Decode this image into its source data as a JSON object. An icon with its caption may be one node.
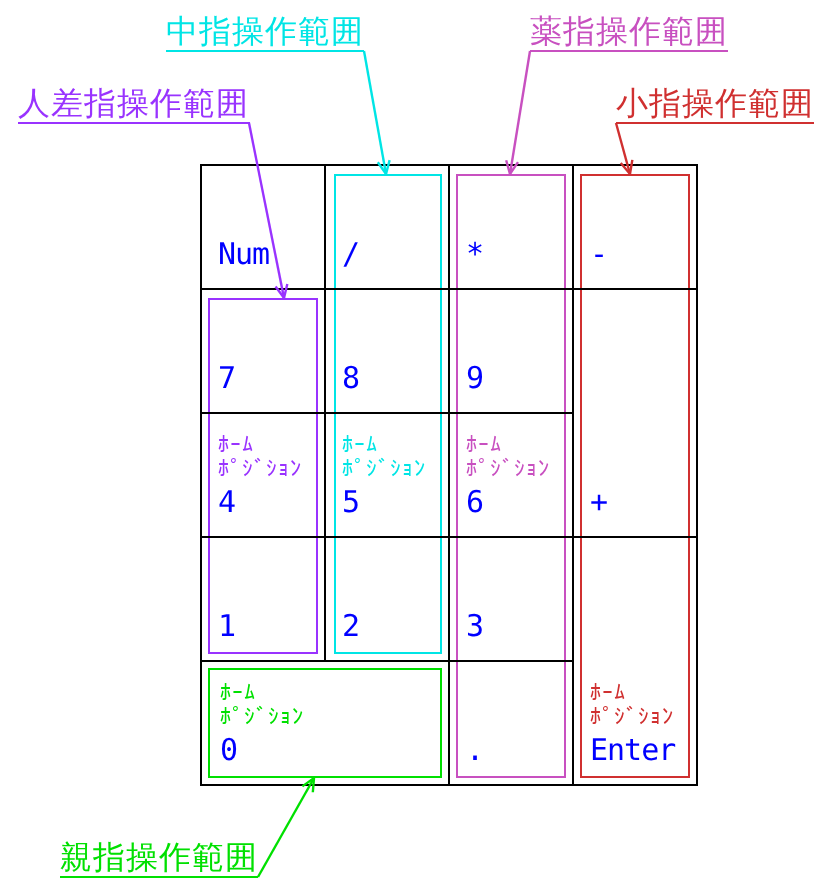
{
  "diagram": {
    "nodes": [
      {
        "text": [
          "中指操作範囲"
        ]
      },
      {
        "text": [
          "薬指操作範囲"
        ]
      },
      {
        "text": [
          "人差指操作範囲"
        ]
      },
      {
        "text": [
          "小指操作範囲"
        ]
      },
      {
        "text": [],
        "shape": "box"
      },
      {
        "text": [],
        "shape": "box"
      },
      {
        "text": [],
        "shape": "box"
      },
      {
        "text": [],
        "shape": "box"
      },
      {
        "text": [
          "Num"
        ]
      },
      {
        "text": [
          "/"
        ]
      },
      {
        "text": [
          "*"
        ]
      },
      {
        "text": [
          "-"
        ]
      },
      {
        "text": [
          "7"
        ]
      },
      {
        "text": [
          "8"
        ]
      },
      {
        "text": [
          "9"
        ]
      },
      {
        "text": [
          "+"
        ]
      },
      {
        "text": [
          "ﾎｰﾑﾎﾟｼﾞｼｮﾝ",
          "4"
        ]
      },
      {
        "text": [
          "ﾎｰﾑﾎﾟｼﾞｼｮﾝ",
          "5"
        ]
      },
      {
        "text": [
          "ﾎｰﾑﾎﾟｼﾞｼｮﾝ",
          "6"
        ]
      },
      {
        "text": [
          "1"
        ]
      },
      {
        "text": [
          "2"
        ]
      },
      {
        "text": [
          "3"
        ]
      },
      {
        "text": [
          "ﾎｰﾑﾎﾟｼﾞｼｮﾝ",
          "Enter"
        ]
      },
      {
        "text": [],
        "shape": "box"
      },
      {
        "text": [
          "ﾎｰﾑﾎﾟｼﾞｼｮﾝ",
          "0"
        ],
        "in": 23
      },
      {
        "text": [
          "."
        ]
      },
      {
        "text": [
          "親指操作範囲"
        ]
      }
    ],
    "edges": [
      {
        "from": 2,
        "to": 4,
        "arrow": "to",
        "color": "#9933ff"
      },
      {
        "from": 0,
        "to": 5,
        "arrow": "to",
        "color": "#00e5e5"
      },
      {
        "from": 1,
        "to": 6,
        "arrow": "to",
        "color": "#c850c0"
      },
      {
        "from": 3,
        "to": 7,
        "arrow": "to",
        "color": "#d03030"
      },
      {
        "from": 26,
        "to": 24,
        "arrow": "to",
        "color": "#00e000"
      }
    ]
  }
}
